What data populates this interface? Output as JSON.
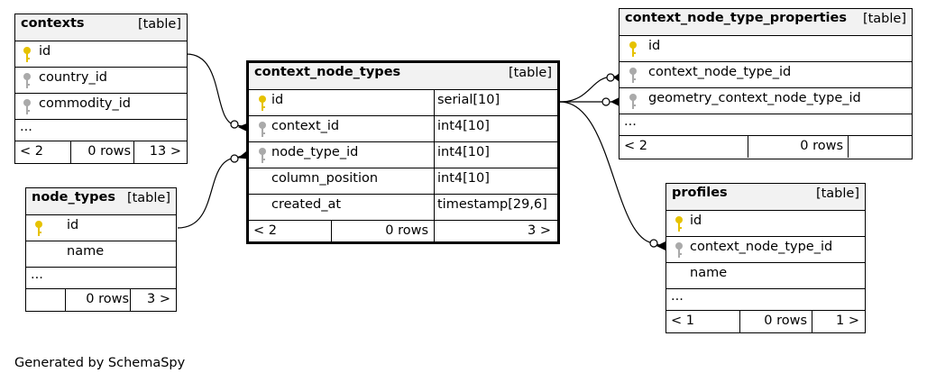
{
  "diagram": {
    "tag": "[table]",
    "ellipsis": "...",
    "footer": "Generated by SchemaSpy",
    "colors": {
      "primary_key": "#e6c200",
      "foreign_key": "#aaaaaa",
      "header": "#f2f2f2"
    },
    "tables": {
      "contexts": {
        "name": "contexts",
        "columns": [
          "id",
          "country_id",
          "commodity_id"
        ],
        "footer": {
          "parents": "< 2",
          "rows": "0 rows",
          "children": "13 >"
        }
      },
      "node_types": {
        "name": "node_types",
        "columns": [
          "id",
          "name"
        ],
        "footer": {
          "rows": "0 rows",
          "children": "3 >"
        }
      },
      "context_node_types": {
        "name": "context_node_types",
        "columns": [
          {
            "name": "id",
            "type": "serial[10]"
          },
          {
            "name": "context_id",
            "type": "int4[10]"
          },
          {
            "name": "node_type_id",
            "type": "int4[10]"
          },
          {
            "name": "column_position",
            "type": "int4[10]"
          },
          {
            "name": "created_at",
            "type": "timestamp[29,6]"
          }
        ],
        "footer": {
          "parents": "< 2",
          "rows": "0 rows",
          "children": "3 >"
        }
      },
      "context_node_type_properties": {
        "name": "context_node_type_properties",
        "columns": [
          "id",
          "context_node_type_id",
          "geometry_context_node_type_id"
        ],
        "footer": {
          "parents": "< 2",
          "rows": "0 rows"
        }
      },
      "profiles": {
        "name": "profiles",
        "columns": [
          "id",
          "context_node_type_id",
          "name"
        ],
        "footer": {
          "parents": "< 1",
          "rows": "0 rows",
          "children": "1 >"
        }
      }
    }
  }
}
